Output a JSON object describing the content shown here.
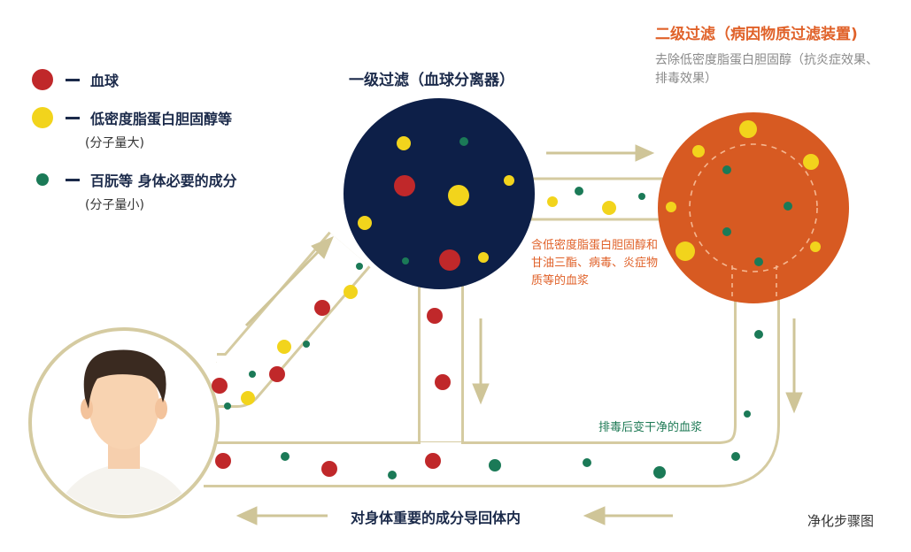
{
  "legend": {
    "blood_cell": "血球",
    "ldl": "低密度脂蛋白胆固醇等",
    "ldl_note": "(分子量大)",
    "albumin": "百朊等 身体必要的成分",
    "albumin_note": "(分子量小)"
  },
  "stage1": {
    "title": "一级过滤（血球分离器）"
  },
  "stage2": {
    "title": "二级过滤（病因物质过滤装置)",
    "description": "去除低密度脂蛋白胆固醇（抗炎症效果、排毒效果）"
  },
  "notes": {
    "plasma_with_toxins": "含低密度脂蛋白胆固醇和甘油三酯、病毒、炎症物质等的血浆",
    "clean_plasma": "排毒后变干净的血浆"
  },
  "bottom_text": "对身体重要的成分导回体内",
  "caption": "净化步骤图",
  "colors": {
    "red": "#c0282a",
    "yellow": "#f2d41c",
    "green": "#1b7a57",
    "navy": "#0d1f48",
    "orange": "#d75a22",
    "tube": "#d5cba1",
    "arrow": "#cfc598"
  }
}
